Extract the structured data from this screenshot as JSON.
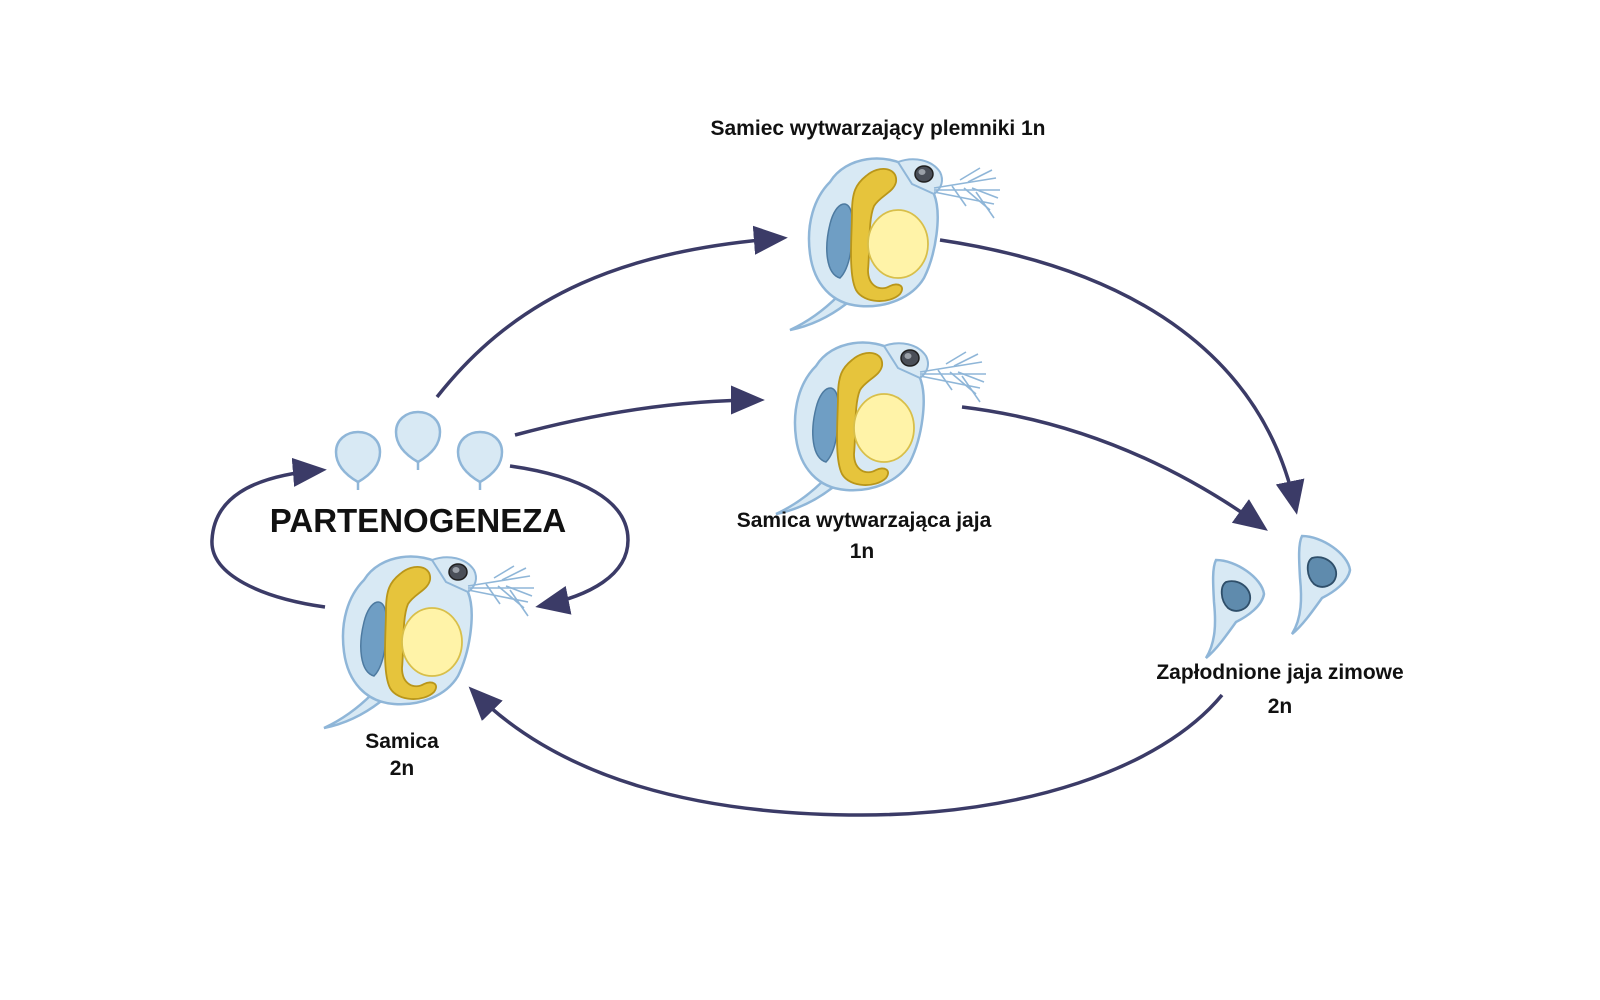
{
  "labels": {
    "parthenogenesis": "PARTENOGENEZA",
    "female_2n_name": "Samica",
    "female_2n_ploidy": "2n",
    "male": "Samiec wytwarzający plemniki 1n",
    "female_1n_line1": "Samica wytwarzająca jaja",
    "female_1n_line2": "1n",
    "eggs_line1": "Zapłodnione jaja zimowe",
    "eggs_line2": "2n"
  },
  "colors": {
    "arrow": "#3b3b67",
    "body_fill": "#d8e9f4",
    "body_stroke": "#8fb6d8",
    "gut": "#e6c43c",
    "gut_stroke": "#b9961a",
    "ovary": "#fff3a8",
    "gill": "#6f9ec4",
    "egg_core": "#5f8bad"
  }
}
